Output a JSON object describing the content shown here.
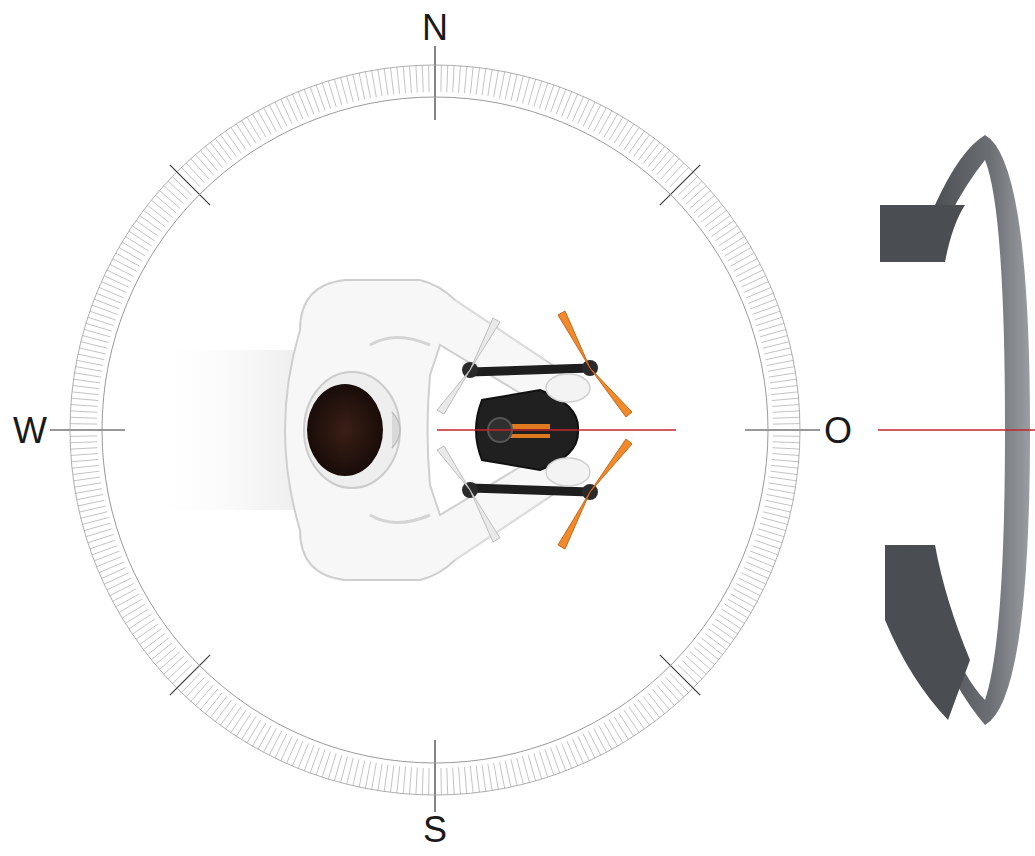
{
  "diagram": {
    "labels": [
      "N",
      "W",
      "O",
      "S"
    ]
  }
}
